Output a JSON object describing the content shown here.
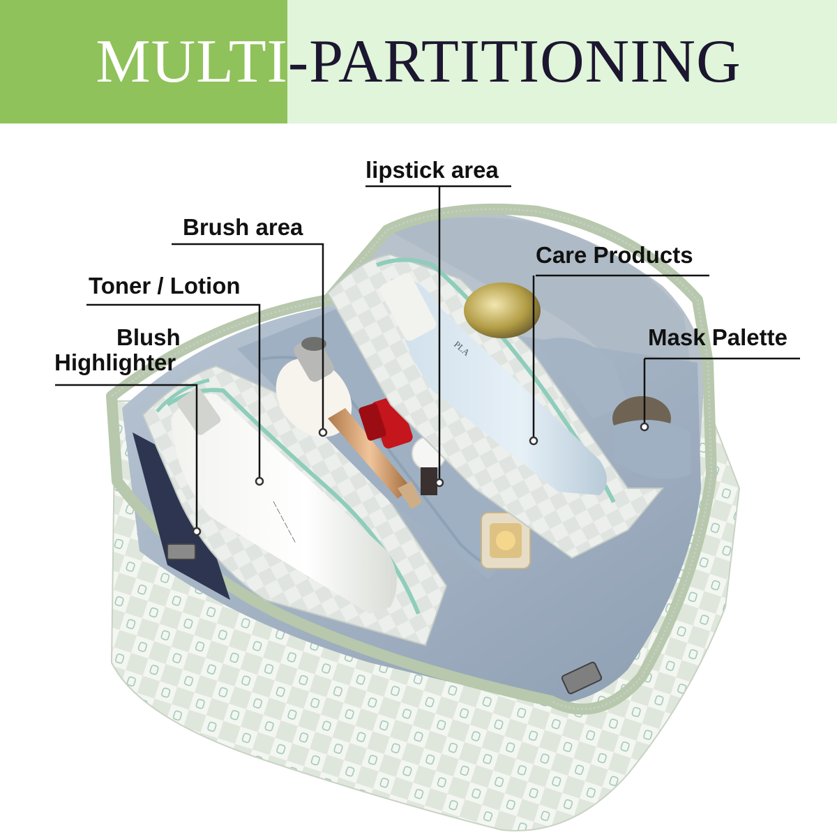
{
  "banner": {
    "title_part1": "MULTI",
    "title_part2": "-PARTITIONING",
    "left_color": "#8fc25a",
    "right_color": "#e0f5d9"
  },
  "callouts": {
    "lipstick": "lipstick area",
    "brush": "Brush area",
    "care": "Care Products",
    "toner": "Toner / Lotion",
    "mask": "Mask Palette",
    "blush_line1": "Blush",
    "blush_line2": "Highlighter"
  },
  "product_photo": {
    "subject": "cosmetic-bag",
    "bag_pattern": "white and sage green checkered",
    "trim_color": "#b7c8ac",
    "lining_color": "#98a9bd"
  }
}
